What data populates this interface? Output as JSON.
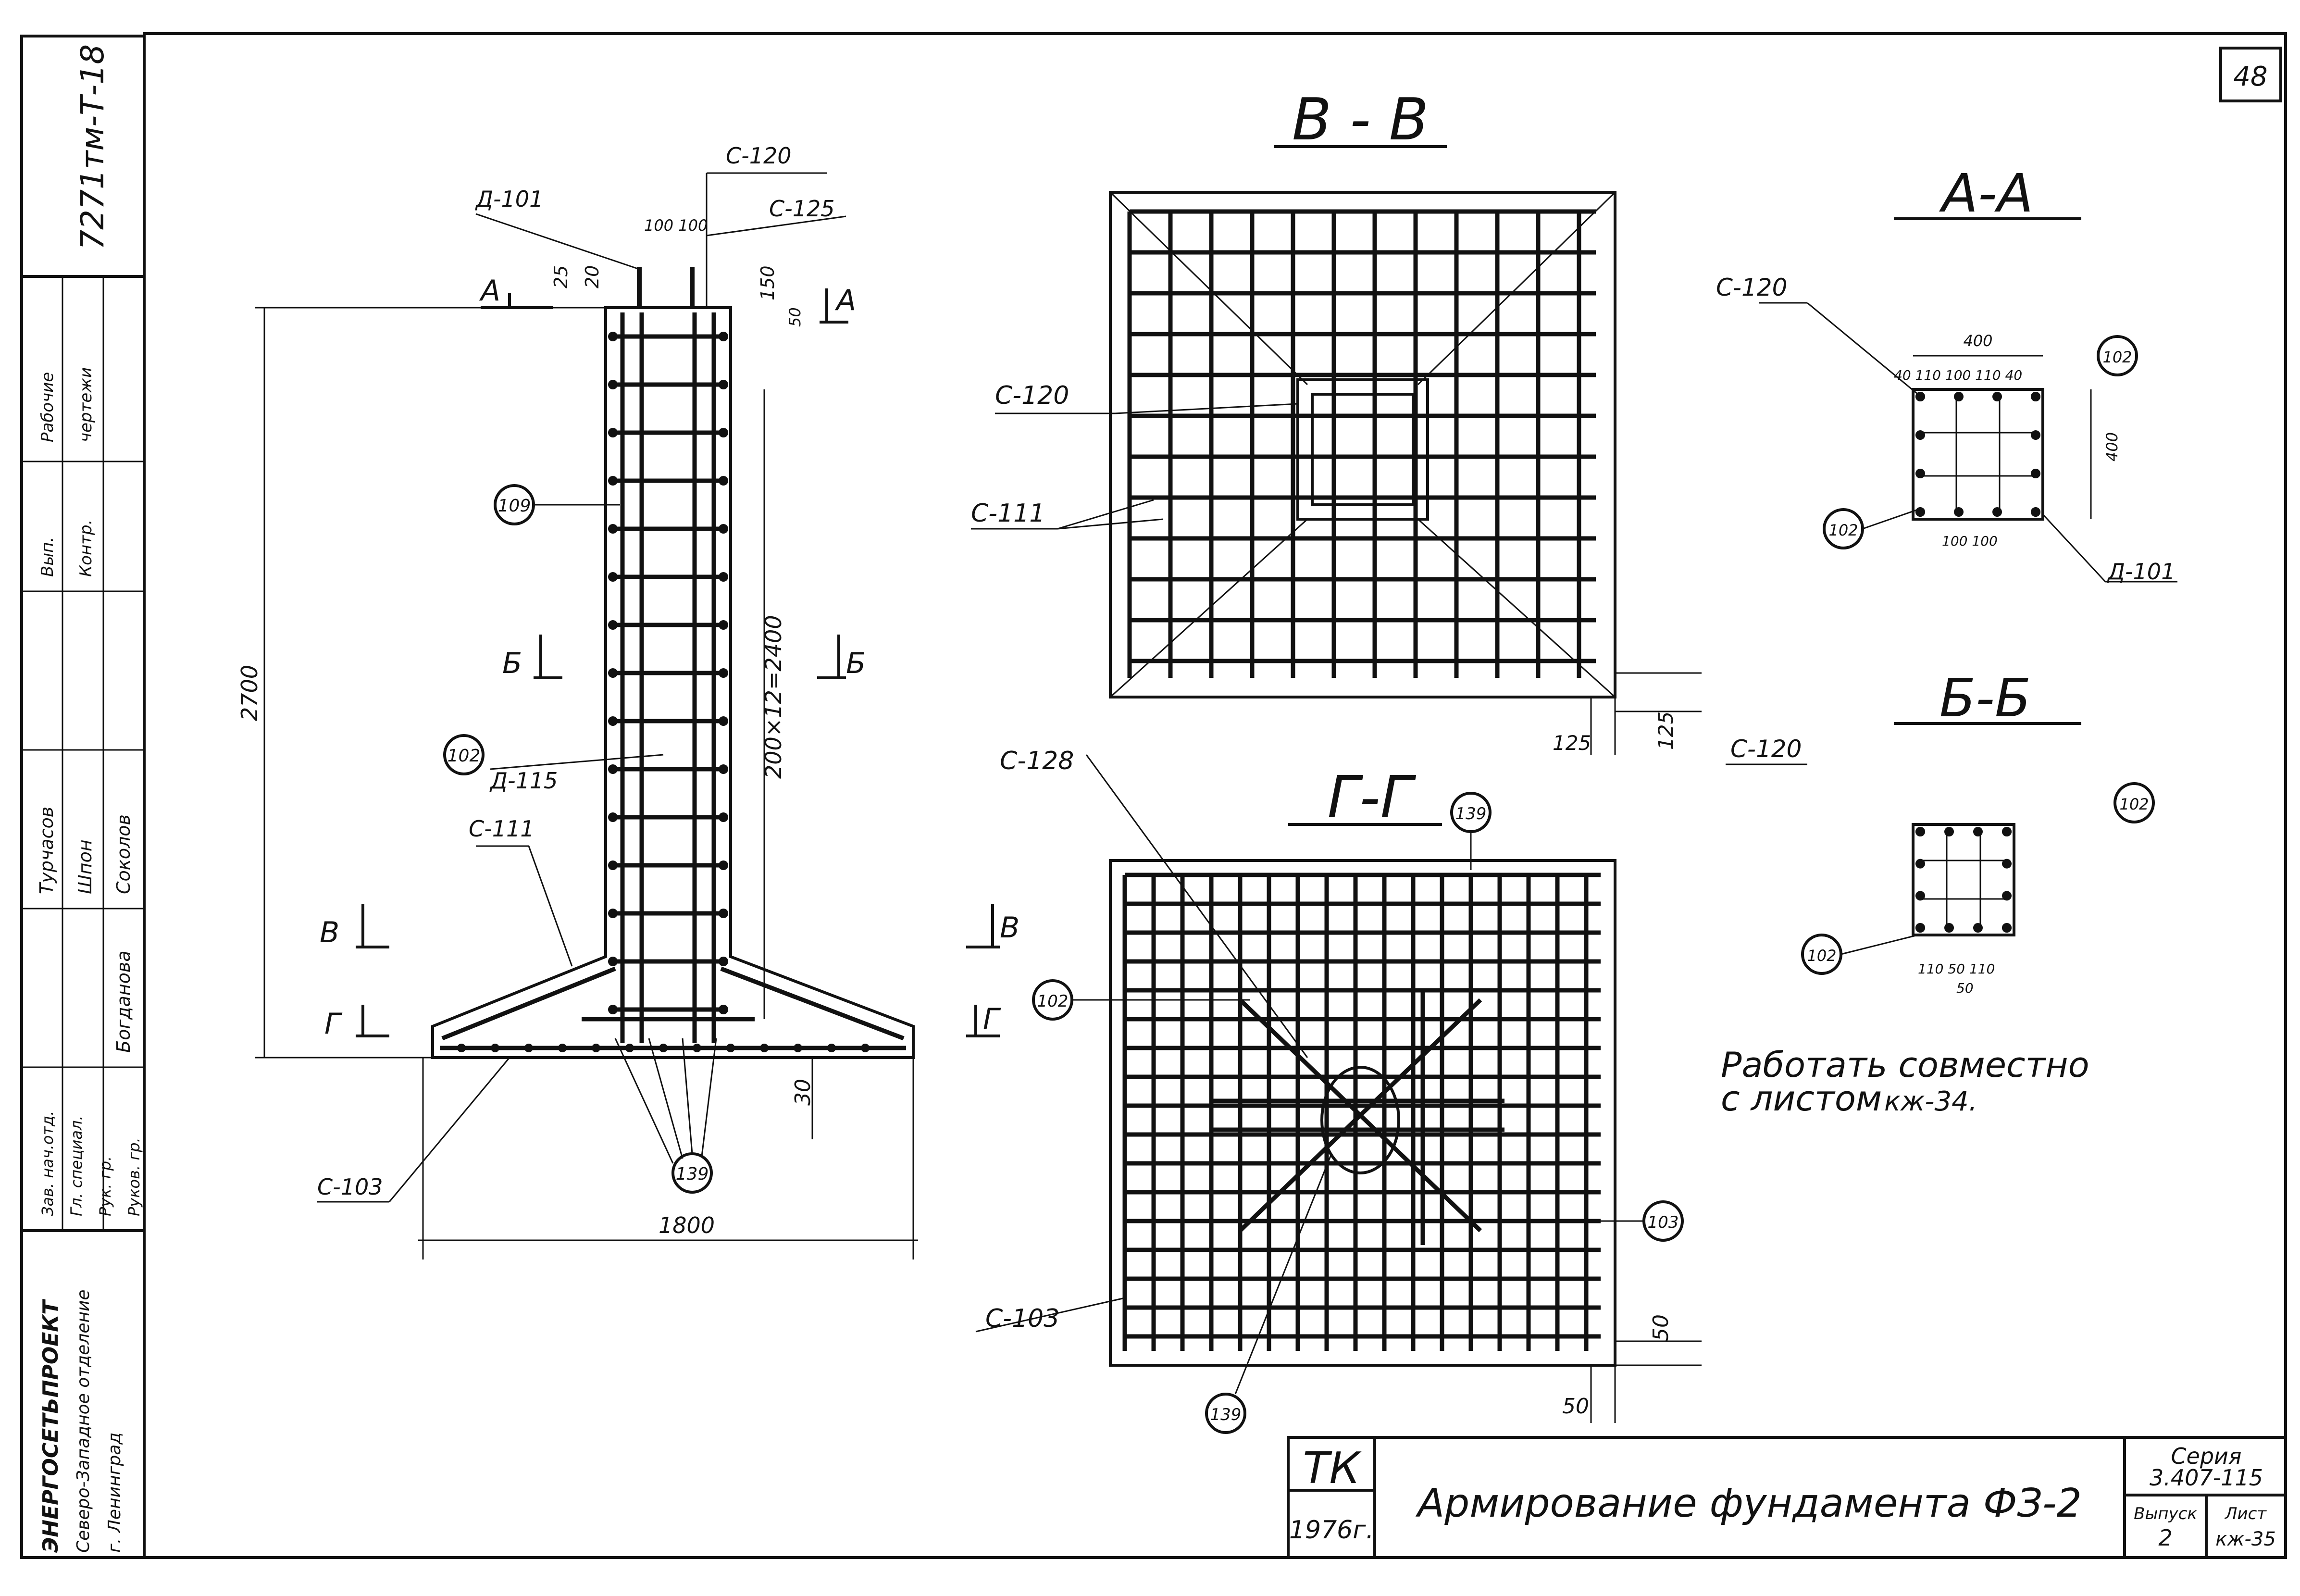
{
  "sheet_number": "48",
  "side_stamp": "7271тм-Т-18",
  "sections": {
    "vv": "В - В",
    "aa": "А-А",
    "bb": "Б-Б",
    "gg": "Г-Г"
  },
  "elevation": {
    "cut_a": "А",
    "cut_b": "Б",
    "cut_v": "В",
    "cut_g": "Г",
    "label_d101": "Д-101",
    "label_s120": "С-120",
    "label_s125": "С-125",
    "label_s111": "С-111",
    "label_d115": "Д-115",
    "label_s103": "С-103",
    "label_s128": "С-128",
    "dim_100_100": "100 100",
    "dim_25": "25",
    "dim_20": "20",
    "dim_150": "150",
    "dim_50": "50",
    "dim_2700": "2700",
    "dim_200x12": "200×12=2400",
    "dim_30": "30",
    "dim_1800": "1800",
    "mark_109": "109",
    "mark_102": "102",
    "mark_139": "139",
    "mark_103": "103"
  },
  "plan_vv": {
    "label_s120": "С-120",
    "label_s111": "С-111",
    "dim_125a": "125",
    "dim_125b": "125"
  },
  "plan_gg": {
    "label_s103": "С-103",
    "dim_50a": "50",
    "dim_50b": "50"
  },
  "section_aa": {
    "label_s120": "С-120",
    "label_d101": "Д-101",
    "dim_400": "400",
    "dim_row": "40  110  100  110  40",
    "dim_100_100": "100 100",
    "dim_400v": "400"
  },
  "section_bb": {
    "label_s120": "С-120",
    "dim_row": "110  50  110",
    "dim_50": "50"
  },
  "note": {
    "line1": "Работать совместно",
    "line2": "с листом",
    "ref": "кж-34."
  },
  "title_block": {
    "tk": "ТК",
    "year": "1976г.",
    "title": "Армирование фундамента ФЗ-2",
    "series_label": "Серия",
    "series_value": "3.407-115",
    "issue_label": "Выпуск",
    "issue_value": "2",
    "sheet_label": "Лист",
    "sheet_value": "кж-35"
  },
  "org": {
    "line1": "ЭНЕРГОСЕТЬПРОЕКТ",
    "line2": "Северо-Западное отделение",
    "line3": "г. Ленинград"
  },
  "signatures": {
    "roles": [
      "Зав. нач.отд.",
      "Гл. специал.",
      "Рук. гр.",
      "Руков. гр."
    ],
    "names": [
      "Турчасов",
      "Шпон",
      "Соколов",
      "Богданова"
    ],
    "stage_labels": [
      "Рабочие",
      "чертежи",
      "Вып.",
      "Контр."
    ]
  }
}
